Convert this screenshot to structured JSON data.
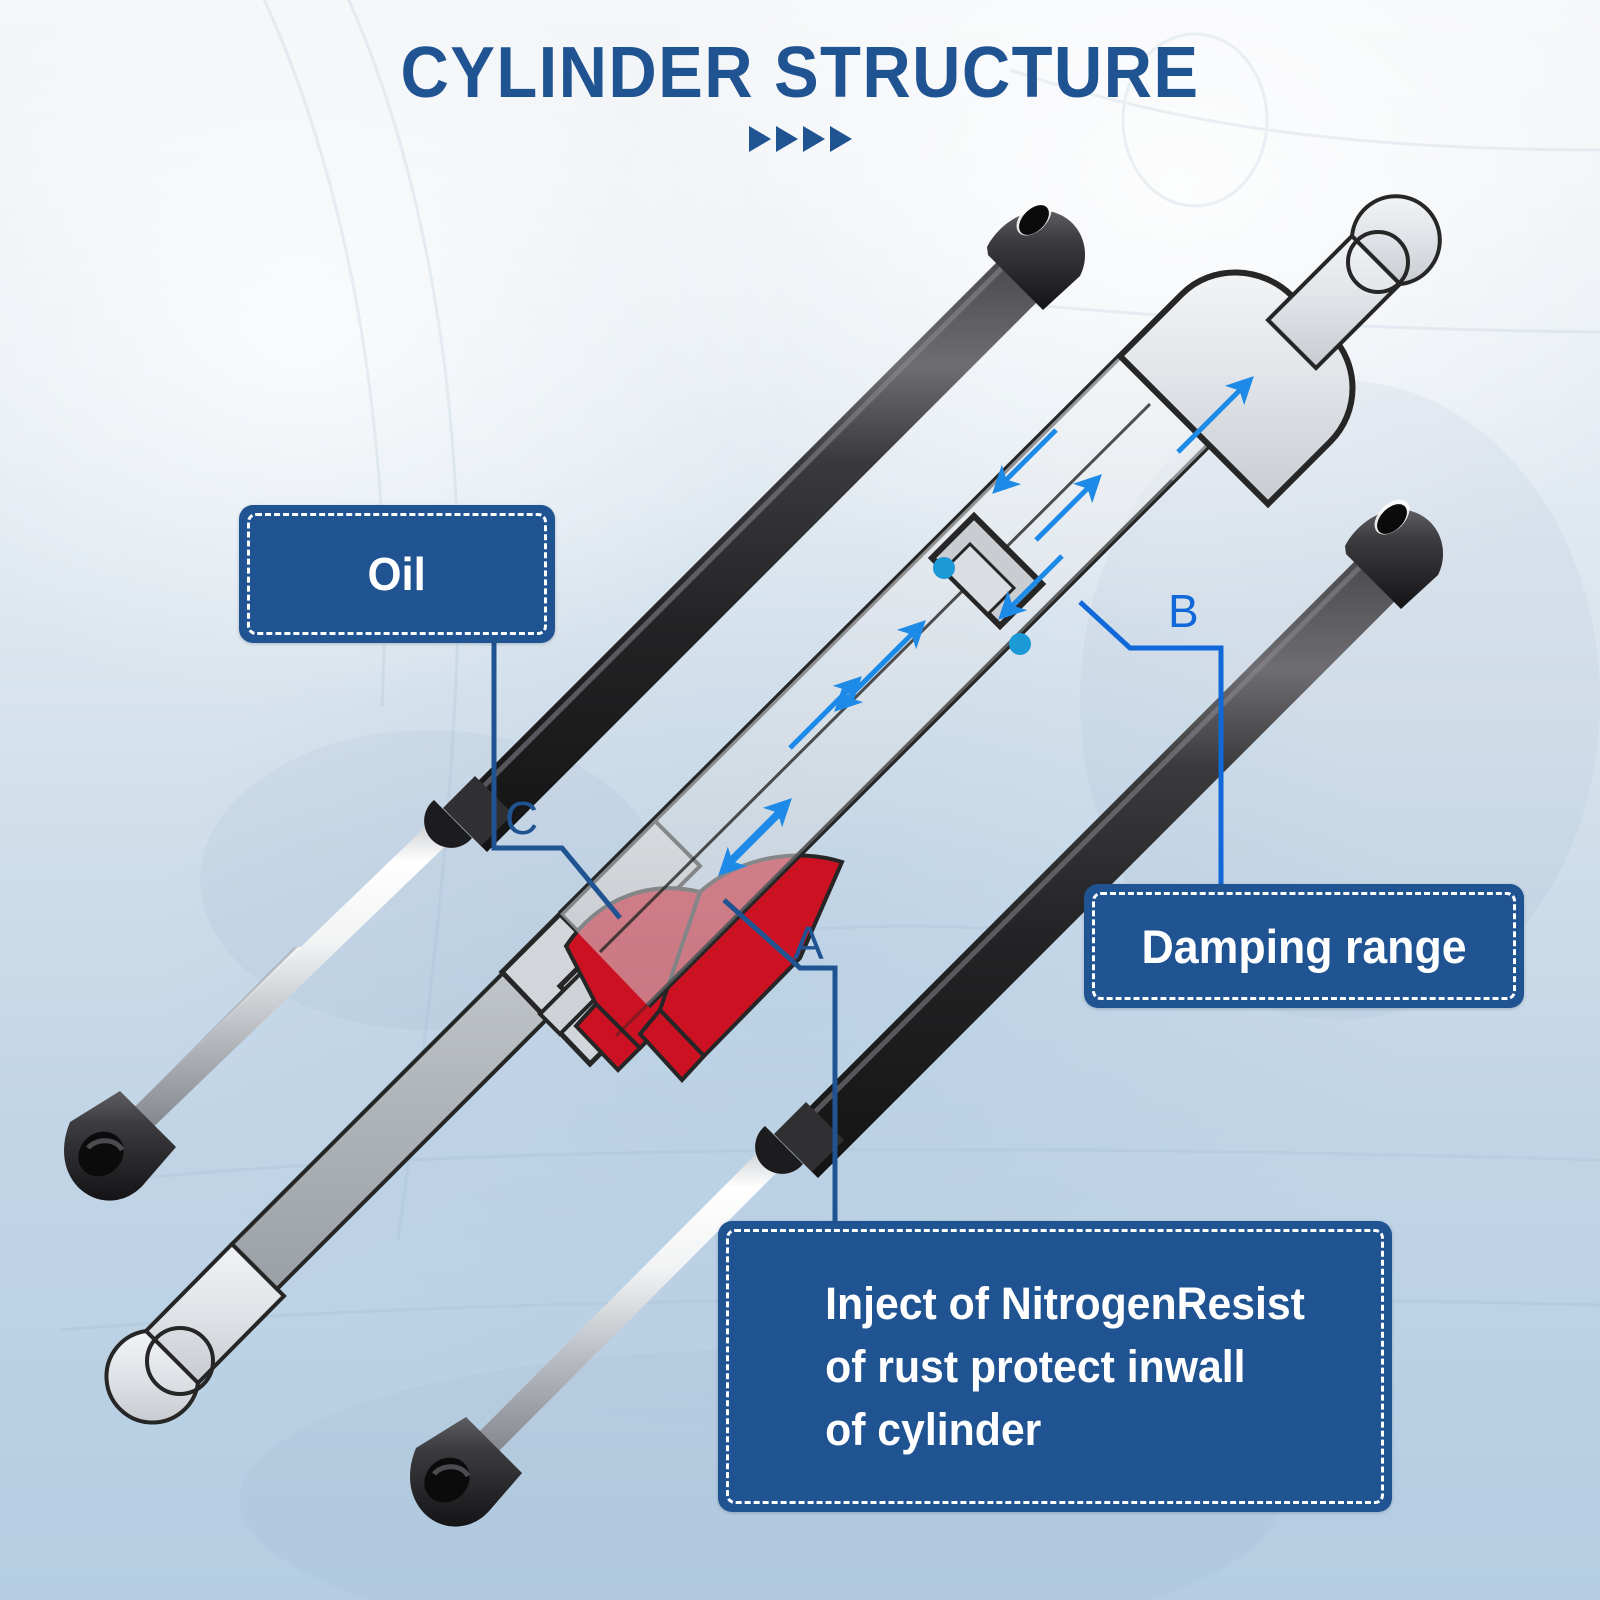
{
  "page": {
    "title": "CYLINDER STRUCTURE",
    "chevron_count": 4,
    "background_description": "faded car trunk interior photo"
  },
  "colors": {
    "brand_blue": "#1f5392",
    "accent_blue": "#1168d8",
    "arrow_blue": "#1e8ae8",
    "seal_red": "#cc1122",
    "oring_cyan": "#1b9ad6",
    "strut_black": "#262626",
    "rod_chrome": "#e8e8e8",
    "bg_top": "#f4f6f8",
    "bg_bottom": "#b4cde2"
  },
  "callouts": [
    {
      "id": "oil",
      "label": "Oil"
    },
    {
      "id": "damping",
      "label": "Damping range"
    },
    {
      "id": "nitrogen",
      "lines": [
        "Inject of NitrogenResist",
        "of rust protect inwall",
        "of cylinder"
      ]
    }
  ],
  "markers": [
    {
      "id": "a",
      "label": "A",
      "points_to": "nitrogen-chamber"
    },
    {
      "id": "b",
      "label": "B",
      "points_to": "damping-range"
    },
    {
      "id": "c",
      "label": "C",
      "points_to": "oil-seal"
    }
  ],
  "diagram": {
    "name": "gas-spring-cutaway",
    "parts": [
      "outer-cylinder",
      "piston-rod",
      "piston-head",
      "seal-pack",
      "oil-chamber",
      "nitrogen-chamber",
      "eyelet-end-fitting"
    ],
    "flow_arrow_count": 6,
    "oring_dot_count": 2
  },
  "product_photos": [
    {
      "id": "strut-upper-left",
      "description": "black gas strut with chrome rod, ball socket end"
    },
    {
      "id": "strut-lower-right",
      "description": "black gas strut with chrome rod, ball socket end"
    }
  ]
}
